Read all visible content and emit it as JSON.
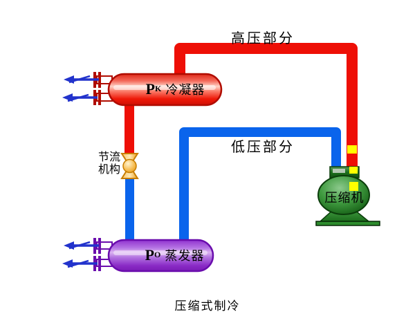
{
  "title": "压缩式制冷",
  "pipes": {
    "high_pressure_label": "高压部分",
    "low_pressure_label": "低压部分"
  },
  "components": {
    "condenser": {
      "symbol": "P",
      "symbol_sub": "K",
      "name": "冷凝器"
    },
    "evaporator": {
      "symbol": "P",
      "symbol_sub": "O",
      "name": "蒸发器"
    },
    "compressor": {
      "label": "压缩机"
    },
    "throttle": {
      "label_line1": "节流",
      "label_line2": "机构"
    }
  },
  "colors": {
    "high_pressure": "#ee0f06",
    "low_pressure": "#0a64ec",
    "condenser_border": "#b00c00",
    "evaporator_border": "#6a0dad",
    "compressor_green": "#2d8c2d",
    "valve_border": "#c87d00",
    "flow_marker": "#ffff00",
    "arrow_blue": "#2233cc",
    "text": "#000000",
    "background": "#ffffff"
  }
}
